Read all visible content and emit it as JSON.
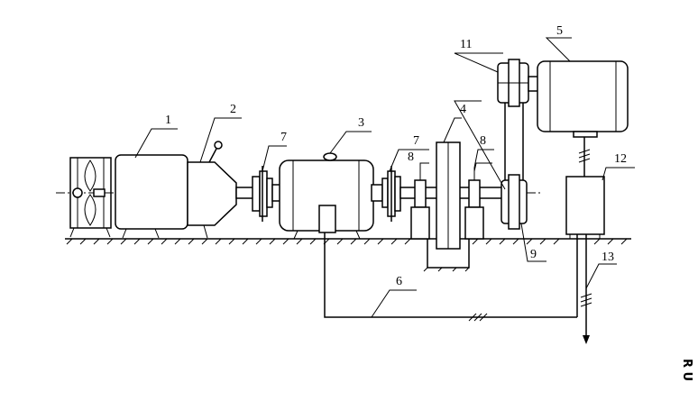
{
  "labels": {
    "n1": "1",
    "n2": "2",
    "n3": "3",
    "n4": "4",
    "n5": "5",
    "n6": "6",
    "n7a": "7",
    "n7b": "7",
    "n8a": "8",
    "n8b": "8",
    "n9": "9",
    "n11": "11",
    "n12": "12",
    "n13": "13"
  },
  "side_text": "R U"
}
